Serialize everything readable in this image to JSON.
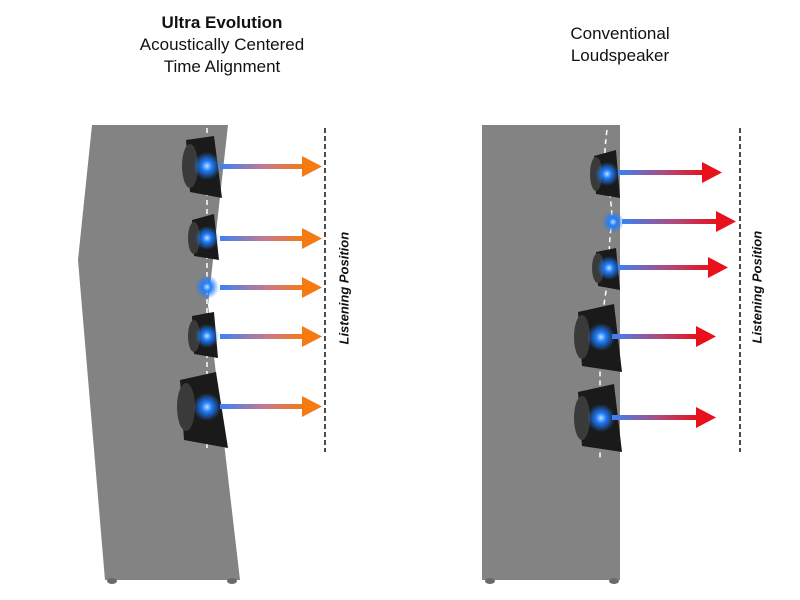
{
  "left_panel": {
    "title_bold": "Ultra Evolution",
    "subtitle_line1": "Acoustically Centered",
    "subtitle_line2": "Time Alignment",
    "listening_label": "Listening Position",
    "arrow_color": "#f47a12"
  },
  "right_panel": {
    "title_line1": "Conventional",
    "title_line2": "Loudspeaker",
    "listening_label": "Listening Position",
    "arrow_color": "#e8101a"
  },
  "colors": {
    "cabinet": "#838383",
    "driver_glow": "#1e7dff",
    "arrow_start": "#3b82f6"
  }
}
